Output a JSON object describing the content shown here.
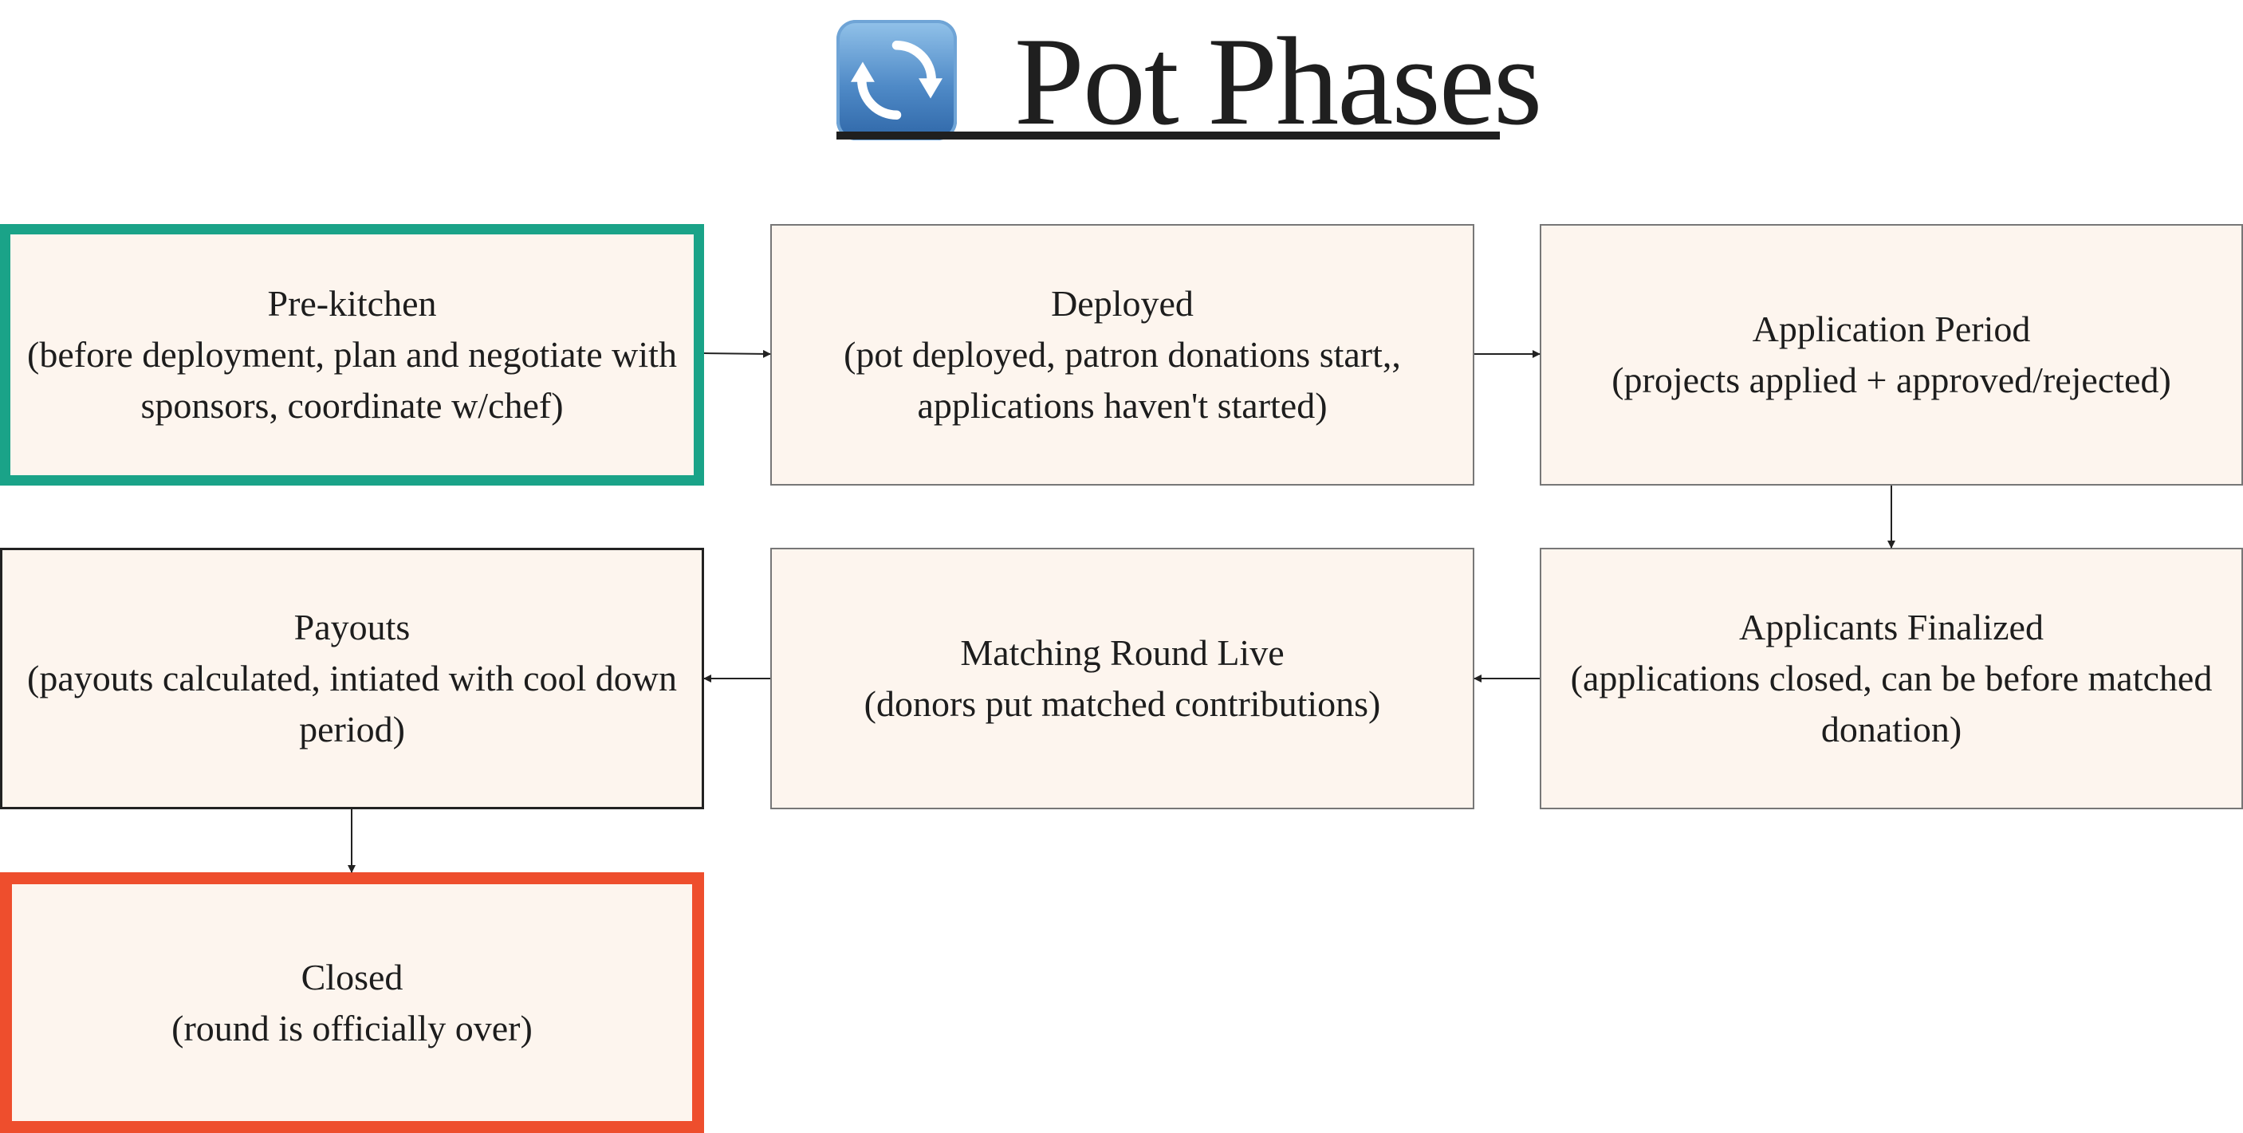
{
  "title": {
    "text": "Pot Phases",
    "icon": "refresh-icon"
  },
  "nodes": {
    "pre_kitchen": {
      "title": "Pre-kitchen",
      "description": "(before deployment, plan and negotiate with sponsors, coordinate w/chef)"
    },
    "deployed": {
      "title": "Deployed",
      "description": "(pot deployed, patron donations start,, applications haven't started)"
    },
    "application_period": {
      "title": "Application Period",
      "description": "(projects applied + approved/rejected)"
    },
    "applicants_finalized": {
      "title": "Applicants Finalized",
      "description": "(applications closed, can be before matched donation)"
    },
    "matching_round_live": {
      "title": "Matching Round Live",
      "description": "(donors put matched contributions)"
    },
    "payouts": {
      "title": "Payouts",
      "description": "(payouts calculated, intiated with cool down period)"
    },
    "closed": {
      "title": "Closed",
      "description": "(round is officially over)"
    }
  },
  "colors": {
    "node_fill": "#fdf5ee",
    "start_border": "#1aa388",
    "end_border": "#ee4e2d",
    "title_icon": "#4f8ac7"
  }
}
